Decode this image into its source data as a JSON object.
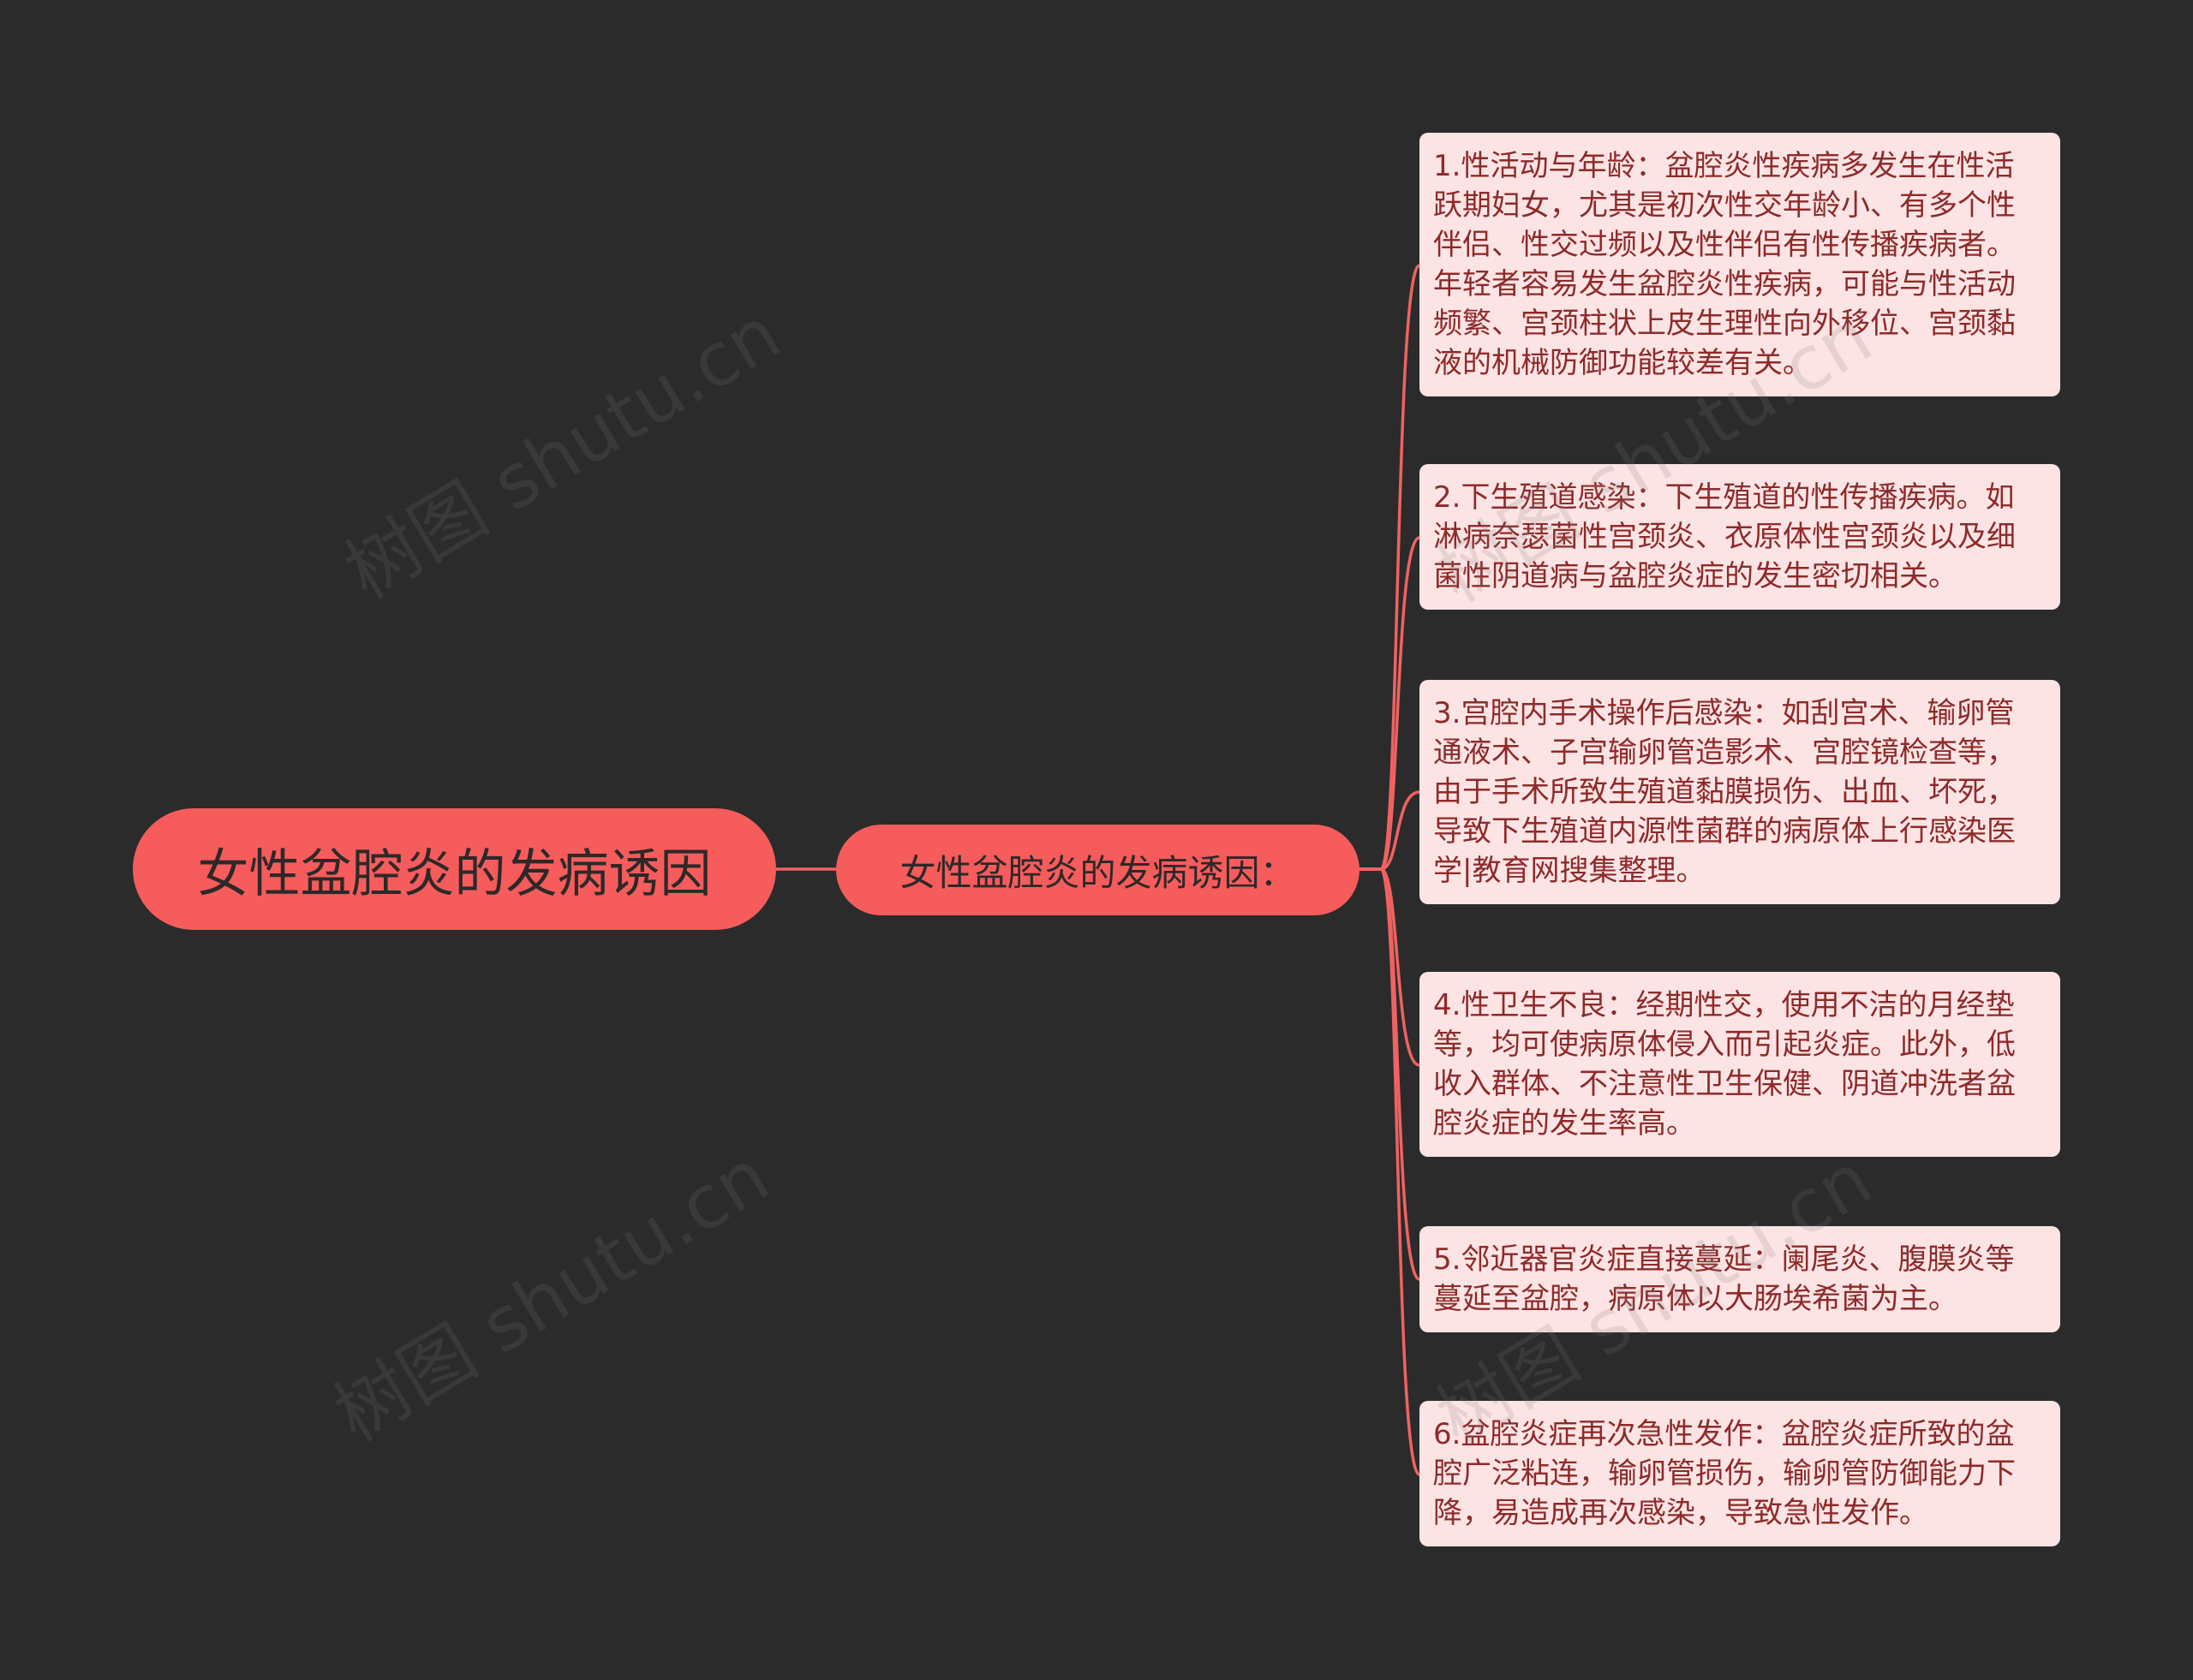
{
  "root": {
    "label": "女性盆腔炎的发病诱因"
  },
  "branch": {
    "label": "女性盆腔炎的发病诱因："
  },
  "leaves": [
    {
      "lines": [
        "1.性活动与年龄：盆腔炎性疾病多发生在性活",
        "跃期妇女，尤其是初次性交年龄小、有多个性",
        "伴侣、性交过频以及性伴侣有性传播疾病者。",
        "年轻者容易发生盆腔炎性疾病，可能与性活动",
        "频繁、宫颈柱状上皮生理性向外移位、宫颈黏",
        "液的机械防御功能较差有关。"
      ]
    },
    {
      "lines": [
        "2.下生殖道感染：下生殖道的性传播疾病。如",
        "淋病奈瑟菌性宫颈炎、衣原体性宫颈炎以及细",
        "菌性阴道病与盆腔炎症的发生密切相关。"
      ]
    },
    {
      "lines": [
        "3.宫腔内手术操作后感染：如刮宫术、输卵管",
        "通液术、子宫输卵管造影术、宫腔镜检查等，",
        "由于手术所致生殖道黏膜损伤、出血、坏死，",
        "导致下生殖道内源性菌群的病原体上行感染医",
        "学|教育网搜集整理。"
      ]
    },
    {
      "lines": [
        "4.性卫生不良：经期性交，使用不洁的月经垫",
        "等，均可使病原体侵入而引起炎症。此外，低",
        "收入群体、不注意性卫生保健、阴道冲洗者盆",
        "腔炎症的发生率高。"
      ]
    },
    {
      "lines": [
        "5.邻近器官炎症直接蔓延：阑尾炎、腹膜炎等",
        "蔓延至盆腔，病原体以大肠埃希菌为主。"
      ]
    },
    {
      "lines": [
        "6.盆腔炎症再次急性发作：盆腔炎症所致的盆",
        "腔广泛粘连，输卵管损伤，输卵管防御能力下",
        "降，易造成再次感染，导致急性发作。"
      ]
    }
  ],
  "watermark": "树图 shutu.cn",
  "colors": {
    "background": "#2b2b2b",
    "node": "#f65c5c",
    "node_text": "#2e2828",
    "leaf": "#fde4e4",
    "leaf_text": "#8e2a2a",
    "connector": "#f06262"
  }
}
